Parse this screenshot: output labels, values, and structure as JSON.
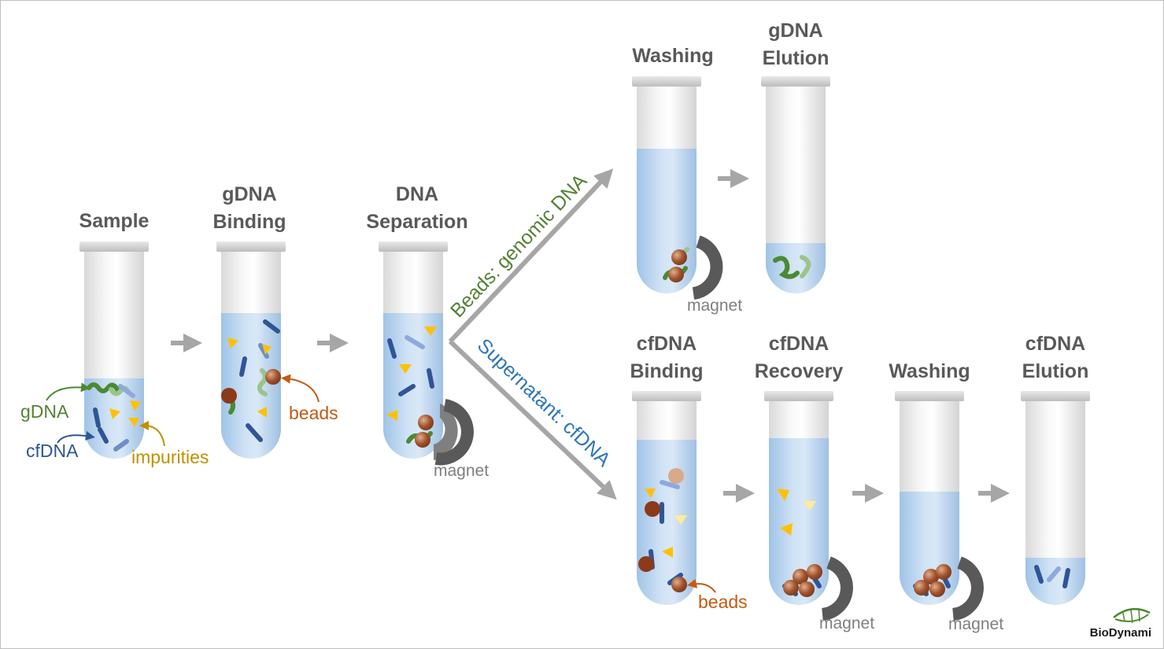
{
  "diagram": {
    "steps": {
      "sample": "Sample",
      "gdna_binding_1": "gDNA",
      "gdna_binding_2": "Binding",
      "dna_separation_1": "DNA",
      "dna_separation_2": "Separation",
      "washing_top": "Washing",
      "gdna_elution_1": "gDNA",
      "gdna_elution_2": "Elution",
      "cfdna_binding_1": "cfDNA",
      "cfdna_binding_2": "Binding",
      "cfdna_recovery_1": "cfDNA",
      "cfdna_recovery_2": "Recovery",
      "washing_bottom": "Washing",
      "cfdna_elution_1": "cfDNA",
      "cfdna_elution_2": "Elution"
    },
    "annotations": {
      "gdna": "gDNA",
      "cfdna": "cfDNA",
      "impurities": "impurities",
      "beads_1": "beads",
      "beads_2": "beads",
      "magnet_1": "magnet",
      "magnet_2": "magnet",
      "magnet_3": "magnet",
      "magnet_4": "magnet"
    },
    "branches": {
      "upper": "Beads: genomic DNA",
      "lower": "Supernatant: cfDNA"
    },
    "logo": "BioDynami"
  },
  "colors": {
    "liquid": "#bcd7f0",
    "gdna_green": "#4a8a32",
    "cfdna_blue": "#2f5597",
    "impurity_yellow": "#ffc000",
    "impurity_label": "#bf9000",
    "bead_brown": "#a0522d",
    "bead_label": "#c55a11",
    "magnet_gray": "#595959",
    "arrow_gray": "#a6a6a6",
    "upper_branch": "#548235",
    "lower_branch": "#2e75b6"
  }
}
